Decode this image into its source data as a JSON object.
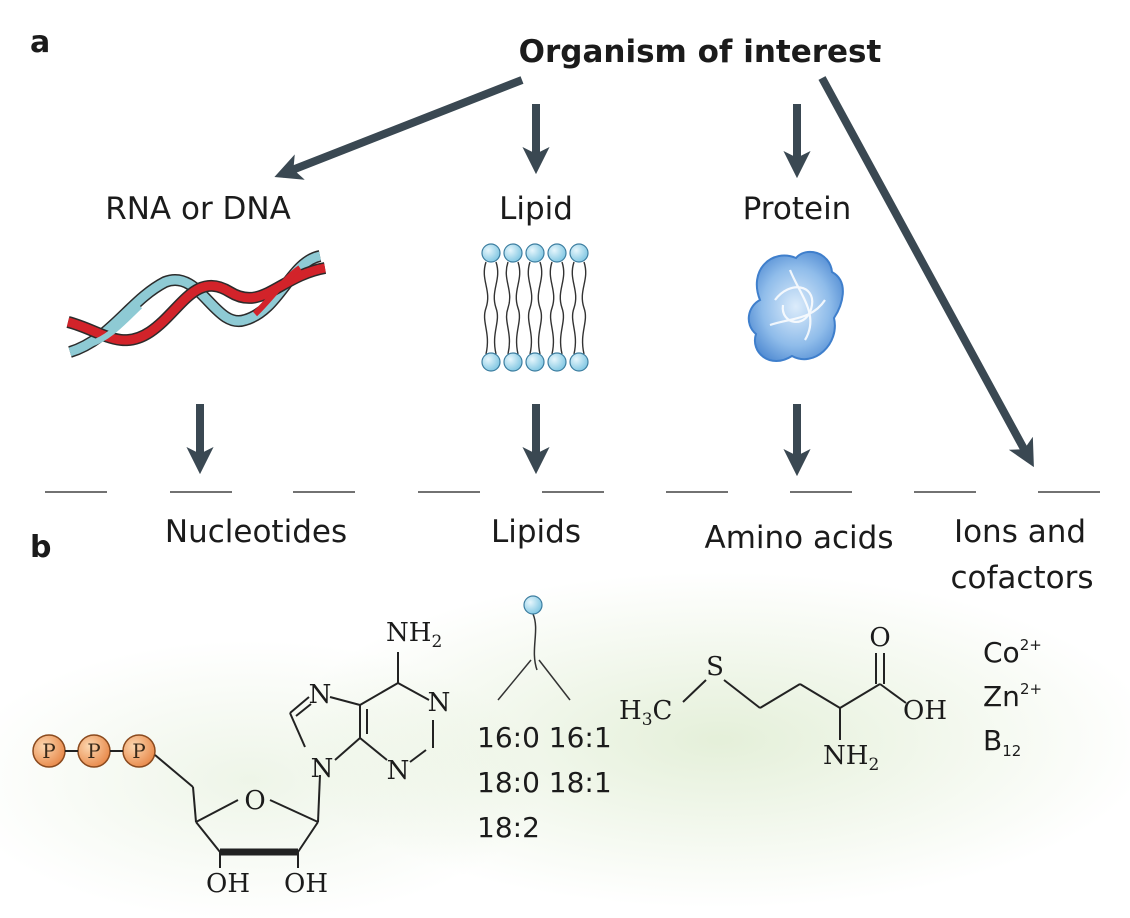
{
  "panel_a": {
    "label": "a",
    "source": "Organism of interest",
    "branches": [
      "RNA or DNA",
      "Lipid",
      "Protein"
    ]
  },
  "panel_b": {
    "label": "b",
    "categories": [
      "Nucleotides",
      "Lipids",
      "Amino acids"
    ],
    "ions_label_line1": "Ions and",
    "ions_label_line2": "cofactors"
  },
  "nucleotide": {
    "phosphate_letter": "P",
    "amino_group": "NH",
    "amino_sub": "2",
    "ring_n": "N",
    "ring_o": "O",
    "hydroxyl": "OH"
  },
  "lipid_chains": [
    "16:0 16:1",
    "18:0 18:1",
    "18:2"
  ],
  "methionine": {
    "methyl_h": "H",
    "methyl_sub": "3",
    "methyl_c": "C",
    "sulfur": "S",
    "carbonyl_o": "O",
    "hydroxyl": "OH",
    "amine": "NH",
    "amine_sub": "2"
  },
  "ions": {
    "cobalt": "Co",
    "cobalt_charge": "2+",
    "zinc": "Zn",
    "zinc_charge": "2+",
    "b12": "B",
    "b12_sub": "12"
  },
  "colors": {
    "arrow": "#3a4852",
    "dna_red": "#d2232a",
    "dna_blue": "#8ecad4",
    "lipid_head": "#a8dcef",
    "protein_blue": "#6fa6de",
    "phosphate_orange": "#f0a060"
  }
}
